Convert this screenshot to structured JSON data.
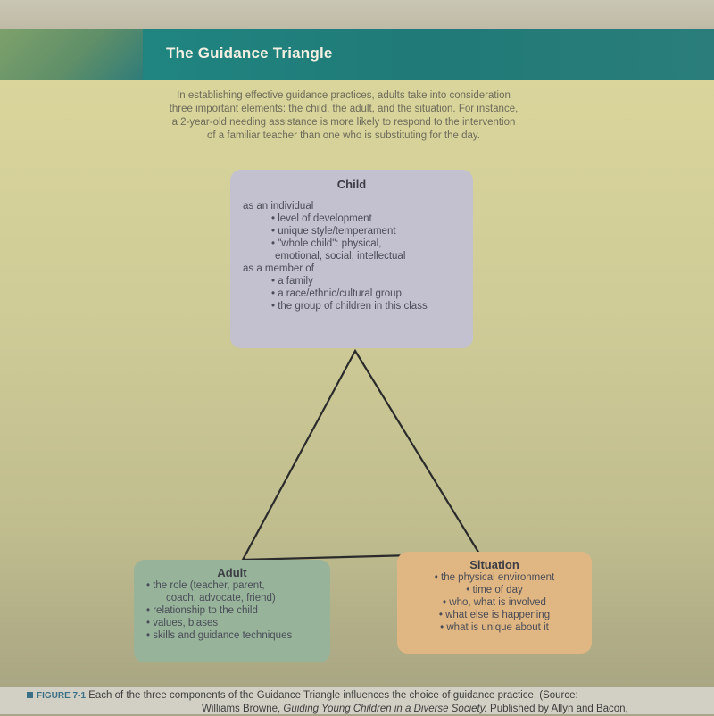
{
  "title": "The Guidance Triangle",
  "intro_lines": [
    "In establishing effective guidance practices, adults take into consideration",
    "three important elements: the child, the adult, and the situation. For instance,",
    "a 2-year-old needing assistance is more likely to respond to the intervention",
    "of a familiar teacher than one who is substituting for the day."
  ],
  "child": {
    "title": "Child",
    "individual_heading": "as an individual",
    "individual_items": [
      "• level of development",
      "• unique style/temperament",
      "• \"whole child\": physical,"
    ],
    "individual_cont": "emotional, social, intellectual",
    "member_heading": "as a member of",
    "member_items": [
      "• a family",
      "• a race/ethnic/cultural group",
      "• the group of children in this class"
    ]
  },
  "adult": {
    "title": "Adult",
    "line1": "• the role (teacher, parent,",
    "line1_cont": "coach, advocate, friend)",
    "items": [
      "• relationship to the child",
      "• values, biases",
      "• skills and guidance techniques"
    ]
  },
  "situation": {
    "title": "Situation",
    "items": [
      "• the physical environment",
      "• time of day",
      "• who, what is involved",
      "• what else is happening",
      "• what is unique about it"
    ]
  },
  "caption": {
    "figure_label": "FIGURE 7-1",
    "line1": "Each of the three components of the Guidance Triangle influences the choice of guidance practice. (Source:",
    "line2_a": "Williams Browne,",
    "line2_title": "Guiding Young Children in a Diverse Society.",
    "line2_b": "Published by Allyn and Bacon,"
  }
}
